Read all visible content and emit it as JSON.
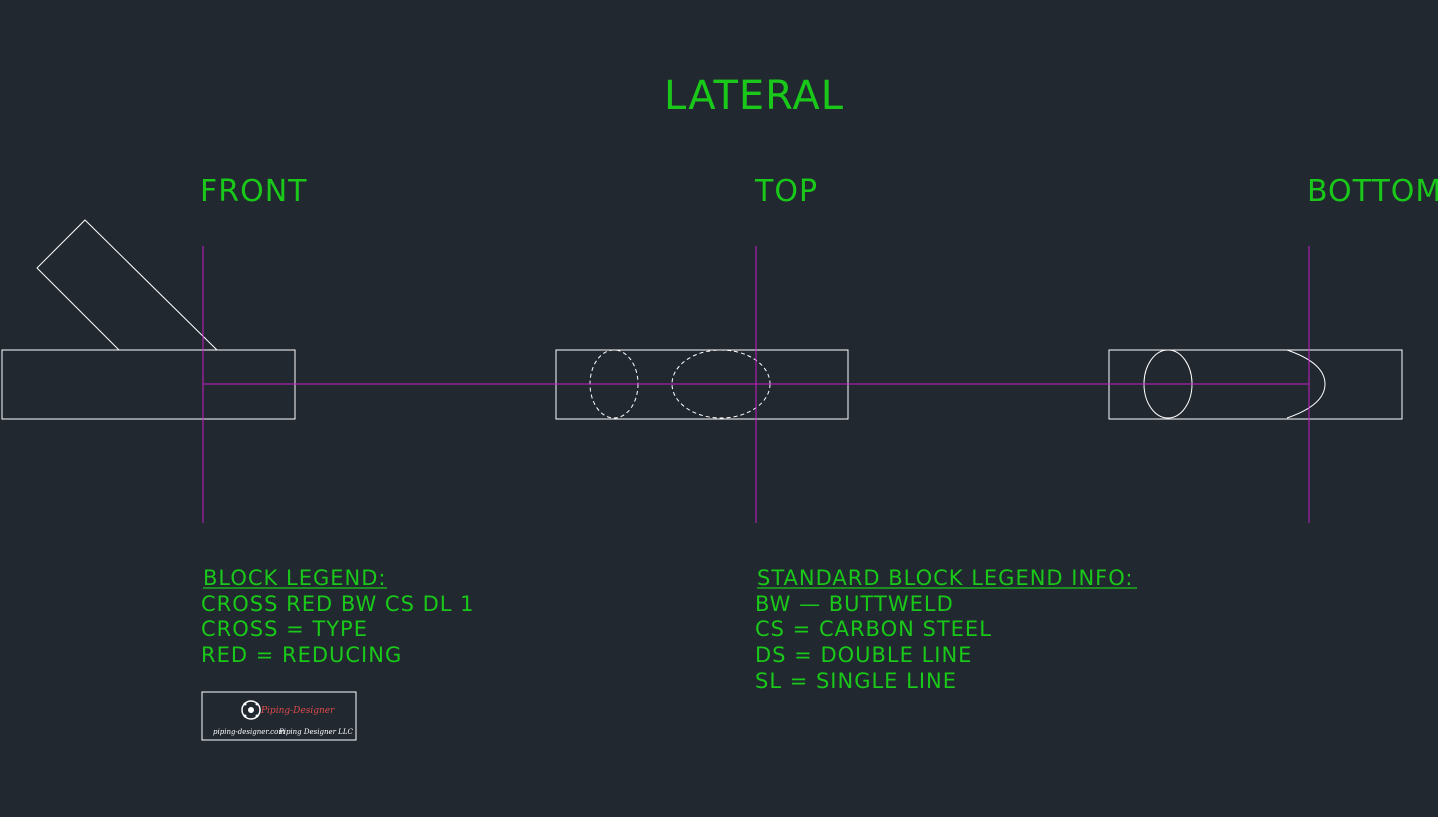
{
  "title": "LATERAL",
  "views": {
    "front": "FRONT",
    "top": "TOP",
    "bottom": "BOTTOM"
  },
  "block_legend": {
    "heading": "BLOCK LEGEND:",
    "lines": [
      "CROSS RED BW CS DL 1",
      "CROSS = TYPE",
      "RED = REDUCING"
    ]
  },
  "standard_legend": {
    "heading": "STANDARD BLOCK LEGEND INFO:",
    "lines": [
      "BW — BUTTWELD",
      "CS = CARBON STEEL",
      "DS = DOUBLE LINE",
      "SL = SINGLE LINE"
    ]
  },
  "logo": {
    "brand": "Piping-Designer",
    "website": "piping-designer.com",
    "company": "Piping Designer LLC"
  },
  "colors": {
    "background": "#212830",
    "text": "#19c819",
    "geometry": "#ffffff",
    "centerline": "#c81ec8"
  }
}
